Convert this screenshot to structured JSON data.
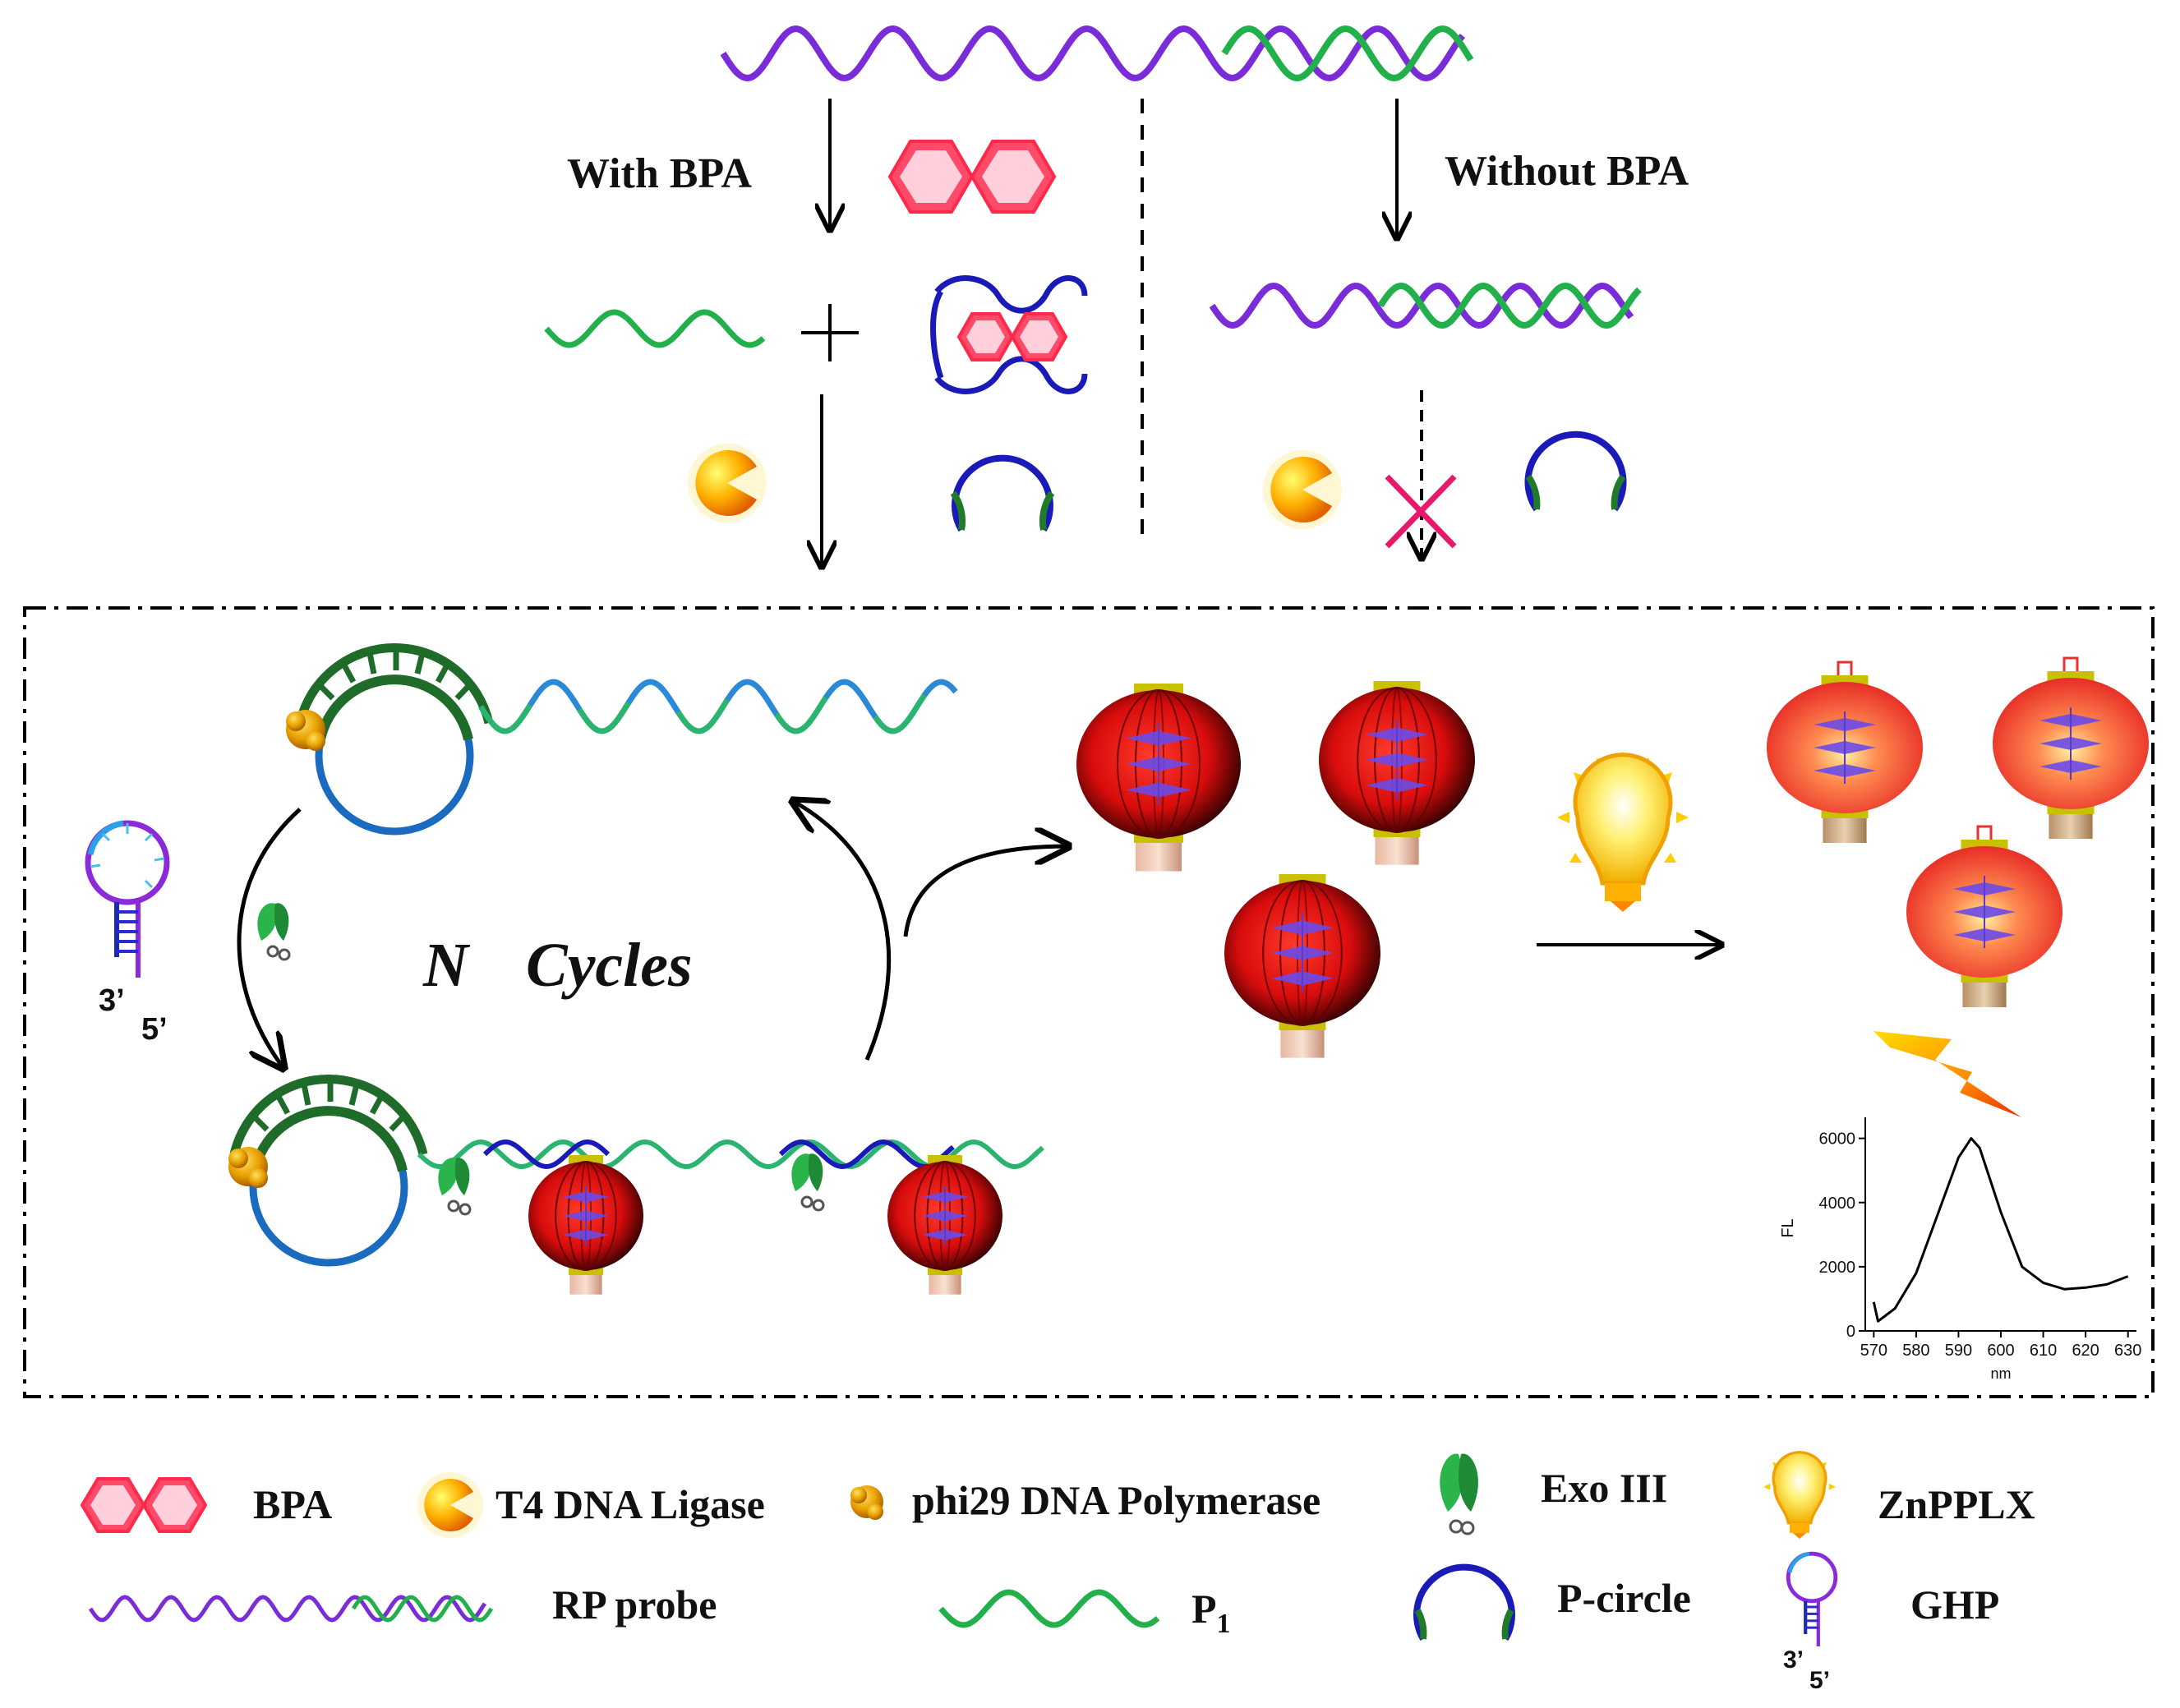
{
  "top": {
    "with_label": "With BPA",
    "without_label": "Without BPA"
  },
  "cycle": {
    "n": "N",
    "cycles": "Cycles",
    "ghp_3": "3’",
    "ghp_5": "5’"
  },
  "spectrum": {
    "y_ticks": [
      "0",
      "2000",
      "4000",
      "6000"
    ],
    "x_ticks": [
      "570",
      "580",
      "590",
      "600",
      "610",
      "620",
      "630"
    ],
    "y_label": "FL",
    "x_label": "nm"
  },
  "chart_data": {
    "type": "line",
    "x": [
      570,
      571,
      575,
      580,
      585,
      590,
      593,
      595,
      600,
      605,
      610,
      615,
      620,
      625,
      630
    ],
    "series": [
      {
        "values": [
          900,
          300,
          700,
          1800,
          3600,
          5400,
          6000,
          5700,
          3700,
          2000,
          1500,
          1300,
          1350,
          1450,
          1700
        ]
      }
    ],
    "xlim": [
      568,
      632
    ],
    "ylim": [
      0,
      6400
    ],
    "xlabel": "nm",
    "ylabel": "FL"
  },
  "legend": {
    "bpa": "BPA",
    "t4": "T4 DNA Ligase",
    "phi29": "phi29 DNA Polymerase",
    "exo": "Exo III",
    "znpplx": "ZnPPLX",
    "rp": "RP probe",
    "p1": "P",
    "p1_sub": "1",
    "pcircle": "P-circle",
    "ghp": "GHP",
    "ghp_3": "3’",
    "ghp_5": "5’"
  },
  "colors": {
    "purple": "#7a2cd8",
    "green": "#22b04a",
    "dark_green": "#1f6b2a",
    "blue": "#1a1ab8",
    "teal": "#2a8ad8",
    "pink": "#e8184a",
    "lantern": "#e01010",
    "bulb": "#f8c800"
  }
}
